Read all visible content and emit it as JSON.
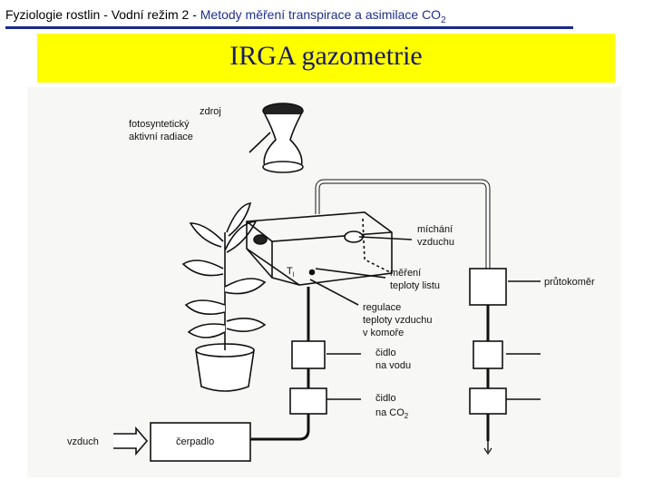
{
  "header": {
    "main": "Fyziologie rostlin  - Vodní režim 2 - ",
    "methods": "Metody měření transpirace a asimilace CO",
    "methods_sub": "2"
  },
  "banner": {
    "title": "IRGA gazometrie"
  },
  "diagram": {
    "light_source": [
      "zdroj",
      "fotosyntetický",
      "aktivní radiace"
    ],
    "mixing": [
      "míchání",
      "vzduchu"
    ],
    "leaf_temp": [
      "měření",
      "teploty listu"
    ],
    "chamber_temp": [
      "regulace",
      "teploty vzduchu",
      "v komoře"
    ],
    "water_sensor": [
      "čidlo",
      "na vodu"
    ],
    "co2_sensor": [
      "čidlo",
      "na CO"
    ],
    "co2_sub": "2",
    "flowmeter": "průtokoměr",
    "air": "vzduch",
    "pump": "čerpadlo",
    "ti": "T",
    "ti_sub": "l"
  }
}
